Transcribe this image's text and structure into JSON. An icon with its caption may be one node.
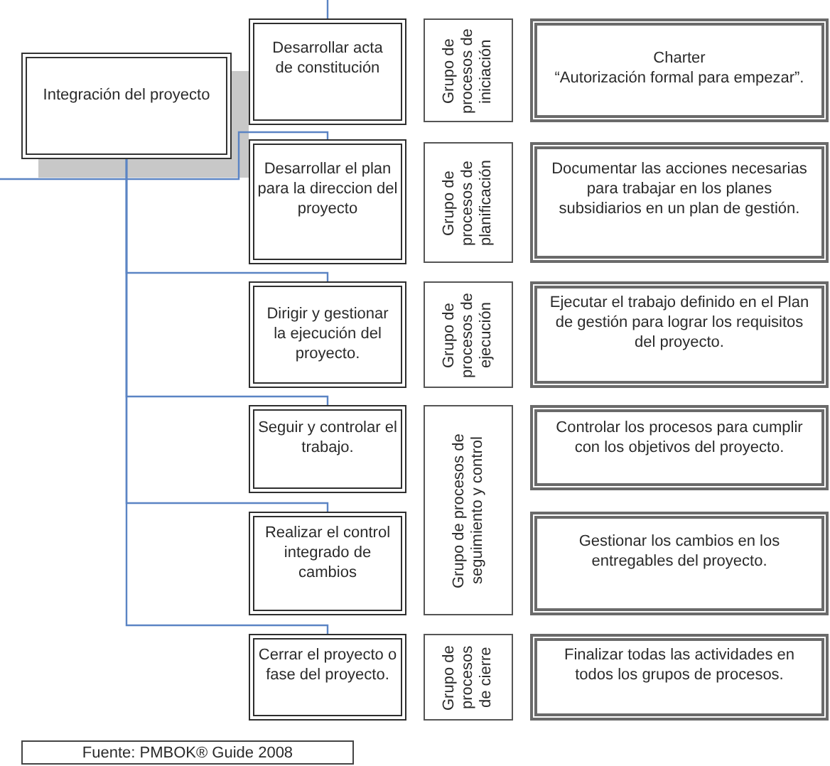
{
  "diagram": {
    "nodes": [
      {
        "text": [
          "Integración del proyecto"
        ]
      },
      {
        "text": [
          "Desarrollar acta de constitución"
        ]
      },
      {
        "text": [
          "Grupo de procesos de iniciación"
        ]
      },
      {
        "text": [
          "Charter",
          "“Autorización formal para empezar”."
        ]
      },
      {
        "text": [
          "Desarrollar el plan para la direccion del proyecto"
        ]
      },
      {
        "text": [
          "Grupo de procesos de planificación"
        ]
      },
      {
        "text": [
          "Documentar las acciones necesarias para trabajar en los planes subsidiarios en un plan de gestión."
        ]
      },
      {
        "text": [
          "Dirigir y gestionar la ejecución del proyecto."
        ]
      },
      {
        "text": [
          "Grupo de procesos de ejecución"
        ]
      },
      {
        "text": [
          "Ejecutar el trabajo definido en el Plan de gestión para lograr los requisitos del proyecto."
        ]
      },
      {
        "text": [
          "Seguir y controlar el trabajo."
        ]
      },
      {
        "text": [
          "Grupo de procesos de seguimiento y control"
        ]
      },
      {
        "text": [
          "Controlar los procesos para cumplir con los objetivos del proyecto."
        ]
      },
      {
        "text": [
          "Realizar el control integrado de cambios"
        ]
      },
      {
        "text": [
          "Gestionar los cambios en los entregables del proyecto."
        ]
      },
      {
        "text": [
          "Cerrar el proyecto o fase del proyecto."
        ]
      },
      {
        "text": [
          "Grupo de procesos de cierre"
        ]
      },
      {
        "text": [
          "Finalizar todas las actividades en todos los grupos de procesos."
        ]
      },
      {
        "text": [
          "Fuente: PMBOK® Guide 2008"
        ]
      }
    ],
    "edges": [
      {
        "from": null,
        "to": 1,
        "arrow": "none"
      },
      {
        "from": null,
        "to": 4,
        "arrow": "none"
      },
      {
        "from": 0,
        "to": 7,
        "arrow": "none"
      },
      {
        "from": 0,
        "to": 10,
        "arrow": "none"
      },
      {
        "from": 0,
        "to": 13,
        "arrow": "none"
      },
      {
        "from": 0,
        "to": 15,
        "arrow": "none"
      }
    ]
  }
}
